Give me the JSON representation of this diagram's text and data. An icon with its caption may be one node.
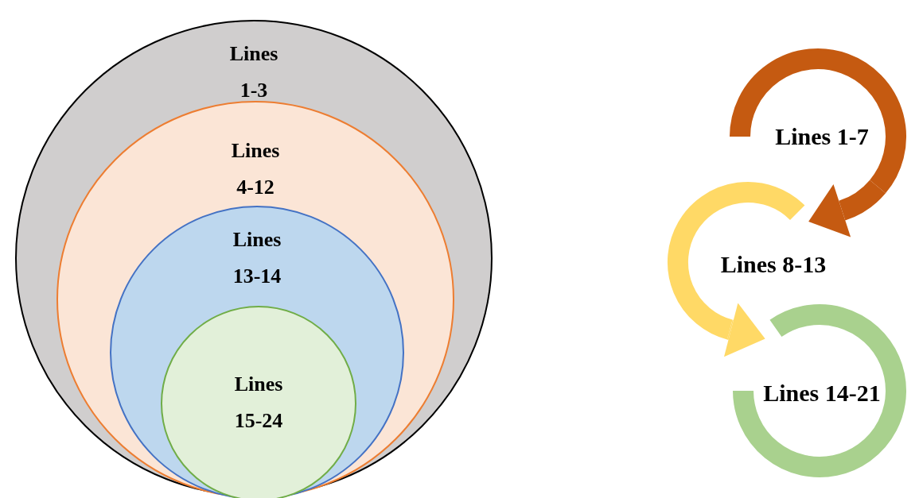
{
  "diagram": {
    "nodes": [
      {
        "text": [
          "Lines 1-3"
        ]
      },
      {
        "text": [
          "Lines 4-12"
        ],
        "in": 0
      },
      {
        "text": [
          "Lines 13-14"
        ],
        "in": 1
      },
      {
        "text": [
          "Lines 15-24"
        ],
        "in": 2
      },
      {
        "text": [
          "Lines 1-7"
        ]
      },
      {
        "text": [
          "Lines 8-13"
        ]
      },
      {
        "text": [
          "Lines 14-21"
        ]
      }
    ],
    "edges": [
      {
        "from": 4,
        "to": 5,
        "arrow": "to",
        "color": "#c55a11"
      },
      {
        "from": 5,
        "to": 6,
        "arrow": "to",
        "color": "#ffd966"
      }
    ]
  }
}
